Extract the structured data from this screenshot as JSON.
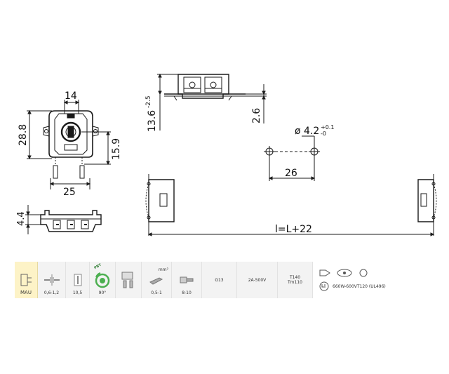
{
  "dimensions": {
    "holder_width": "14",
    "holder_height": "28.8",
    "pin_height": "15.9",
    "pin_spacing": "25",
    "base_height": "4.4",
    "side_height": "13.6",
    "side_height_tol": "-2.5",
    "plate_thickness": "2.6",
    "hole_diameter": "ø 4.2",
    "hole_tol_upper": "+0.1",
    "hole_tol_lower": "-0",
    "hole_spacing": "26",
    "length_formula": "l=L+22"
  },
  "specs": {
    "type_label": "MAU",
    "wire_strip": "0,6-1,2",
    "strip_length": "10,5",
    "rotation": "90°",
    "cross_section_unit": "mm²",
    "cross_section": "0,5-1",
    "pin_length": "8-10",
    "socket": "G13",
    "rating": "2A-500V",
    "temp_line1": "T140",
    "temp_line2": "Tm110",
    "ul_rating": "660W-600VT120 (UL496)",
    "pbt_badge": "PBT"
  },
  "colors": {
    "line": "#1a1a1a",
    "panel": "#f3f3f3",
    "highlight": "#fdf3c7",
    "pbt_green": "#4caf50"
  }
}
